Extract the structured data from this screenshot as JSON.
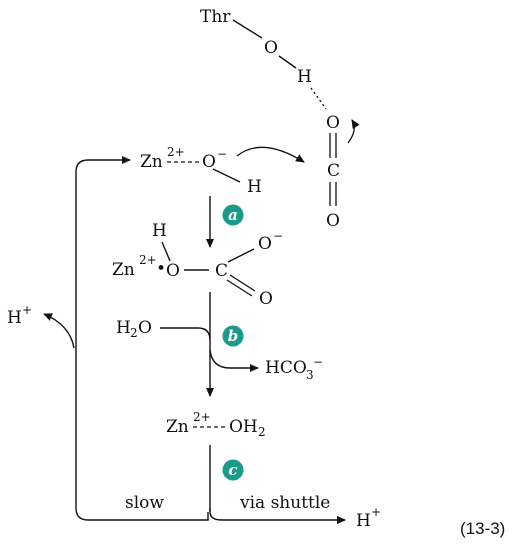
{
  "thr": "Thr",
  "o_thr": "O",
  "h_thr": "H",
  "co2": {
    "o_top": "O",
    "c": "C",
    "o_bottom": "O"
  },
  "zn_hydroxide": {
    "zn": "Zn",
    "charge": "2+",
    "o": "O",
    "minus": "−",
    "h": "H"
  },
  "bicarb_intermediate": {
    "h": "H",
    "zn": "Zn",
    "charge": "2+",
    "dot": "•",
    "o": "O",
    "c": "C",
    "o_top": "O",
    "minus": "−",
    "o_bottom": "O"
  },
  "water_in": {
    "h": "H",
    "sub": "2",
    "o": "O"
  },
  "bicarbonate": {
    "text": "HCO",
    "sub": "3",
    "minus": "−"
  },
  "zn_water": {
    "zn": "Zn",
    "charge": "2+",
    "oh": "OH",
    "sub": "2"
  },
  "proton_left": {
    "h": "H",
    "plus": "+"
  },
  "proton_right": {
    "h": "H",
    "plus": "+"
  },
  "steps": {
    "a": "a",
    "b": "b",
    "c": "c",
    "color": "#1a9a8a"
  },
  "labels": {
    "slow": "slow",
    "via_shuttle": "via shuttle"
  },
  "equation_number": "(13-3)"
}
